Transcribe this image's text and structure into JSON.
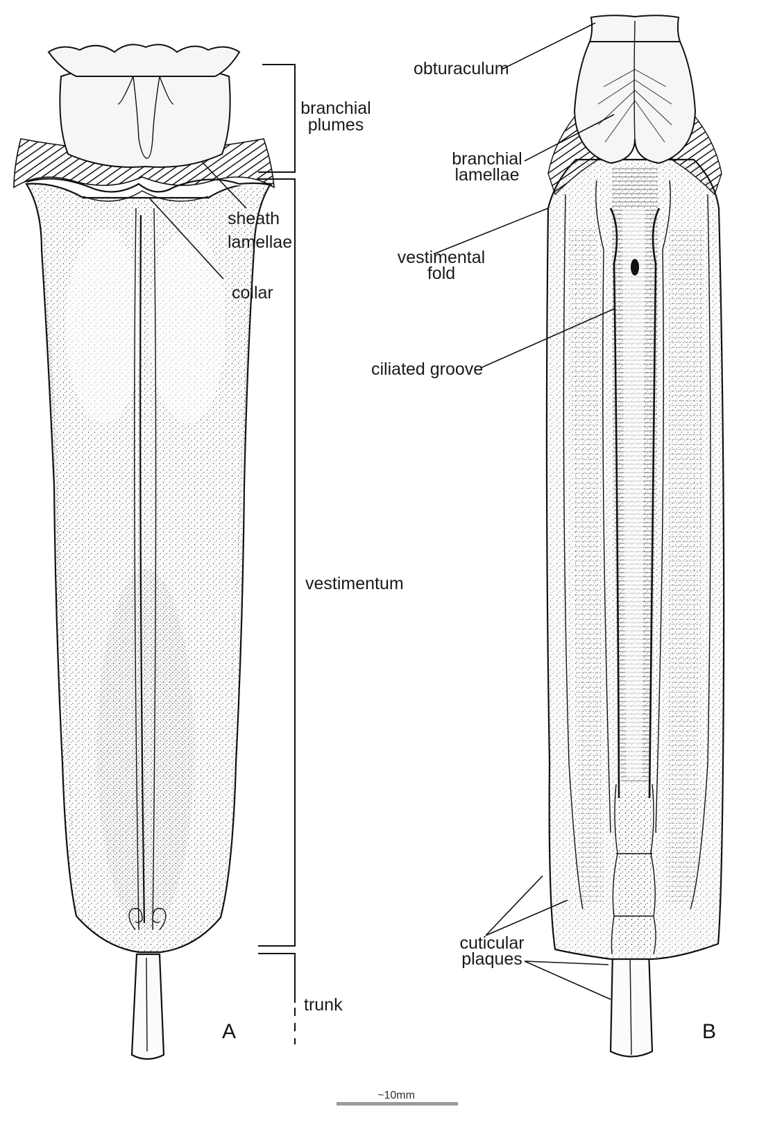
{
  "figure": {
    "panels": {
      "a": "A",
      "b": "B"
    },
    "labels_a": {
      "branchial_plumes_1": "branchial",
      "branchial_plumes_2": "plumes",
      "sheath_lamellae_1": "sheath",
      "sheath_lamellae_2": "lamellae",
      "collar": "collar",
      "vestimentum": "vestimentum",
      "trunk": "trunk"
    },
    "labels_b": {
      "obturaculum": "obturaculum",
      "branchial_lamellae_1": "branchial",
      "branchial_lamellae_2": "lamellae",
      "vestimental_fold_1": "vestimental",
      "vestimental_fold_2": "fold",
      "ciliated_groove": "ciliated groove",
      "cuticular_plaques_1": "cuticular",
      "cuticular_plaques_2": "plaques"
    },
    "scale_bar": "~10mm",
    "ink_color": "#111111",
    "scale_bar_color": "#9a9a9a"
  }
}
